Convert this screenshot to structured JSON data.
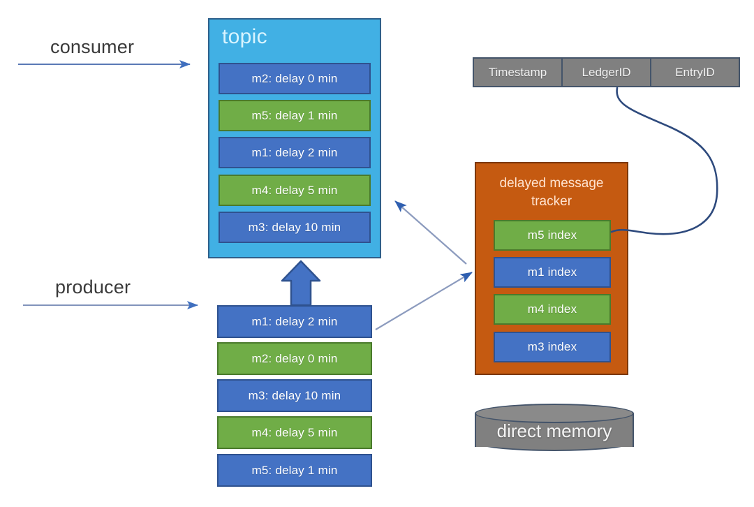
{
  "diagram": {
    "title_hidden": "",
    "colors": {
      "topic_bg": "#41b0e4",
      "message_blue": "#4472c4",
      "message_green": "#70ad47",
      "tracker_bg": "#c55a11",
      "table_gray": "#808080",
      "arrow_blue": "#4472c4",
      "curve_navy": "#2e4a7d"
    },
    "flows": [
      {
        "name": "consumer",
        "label": "consumer"
      },
      {
        "name": "producer",
        "label": "producer"
      }
    ],
    "topic": {
      "title": "topic",
      "messages": [
        {
          "label": "m2: delay 0 min",
          "color": "blue"
        },
        {
          "label": "m5: delay 1 min",
          "color": "green"
        },
        {
          "label": "m1: delay 2 min",
          "color": "blue"
        },
        {
          "label": "m4: delay 5 min",
          "color": "green"
        },
        {
          "label": "m3: delay 10 min",
          "color": "blue"
        }
      ]
    },
    "producer_queue": {
      "messages": [
        {
          "label": "m1: delay 2 min",
          "color": "blue"
        },
        {
          "label": "m2: delay 0 min",
          "color": "green"
        },
        {
          "label": "m3: delay 10 min",
          "color": "blue"
        },
        {
          "label": "m4: delay 5 min",
          "color": "green"
        },
        {
          "label": "m5: delay 1 min",
          "color": "blue"
        }
      ]
    },
    "tracker": {
      "title_line1": "delayed message",
      "title_line2": "tracker",
      "indexes": [
        {
          "label": "m5 index",
          "color": "green"
        },
        {
          "label": "m1 index",
          "color": "blue"
        },
        {
          "label": "m4 index",
          "color": "green"
        },
        {
          "label": "m3 index",
          "color": "blue"
        }
      ]
    },
    "index_record_table": {
      "columns": [
        "Timestamp",
        "LedgerID",
        "EntryID"
      ]
    },
    "storage": {
      "label": "direct memory"
    }
  }
}
